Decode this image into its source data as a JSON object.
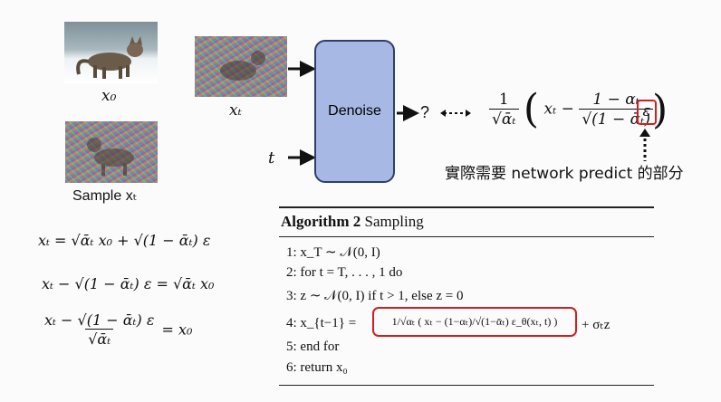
{
  "labels": {
    "x0": "x₀",
    "xt": "xₜ",
    "t": "t",
    "sample": "Sample xₜ",
    "denoise": "Denoise",
    "question": "?",
    "eps": "ε",
    "note": "實際需要 network predict 的部分",
    "one": "1",
    "frac_num": "1 − αₜ",
    "frac_den": "√(1 − ᾱₜ)",
    "sqrt_alpha": "√ᾱₜ",
    "xt_minus": "xₜ −"
  },
  "equations": [
    "xₜ = √ᾱₜ x₀ + √(1 − ᾱₜ) ε",
    "xₜ − √(1 − ᾱₜ) ε = √ᾱₜ x₀",
    "xₜ − √(1 − ᾱₜ) ε",
    "√ᾱₜ",
    "= x₀"
  ],
  "algorithm": {
    "title_bold": "Algorithm 2",
    "title_rest": " Sampling",
    "lines": [
      "1:  x_T ∼ 𝒩(0, I)",
      "2:  for t = T, . . . , 1 do",
      "3:      z ∼ 𝒩(0, I) if t > 1, else z = 0",
      "4:      x_{t−1} =",
      "5:  end for",
      "6:  return x₀"
    ],
    "line4_box": "1/√αₜ ( xₜ − (1−αₜ)/√(1−ᾱₜ) ε_θ(xₜ, t) )",
    "line4_tail": "+ σₜz"
  },
  "colors": {
    "denoise_fill": "#a6b8e3",
    "highlight": "#d11f1f"
  }
}
